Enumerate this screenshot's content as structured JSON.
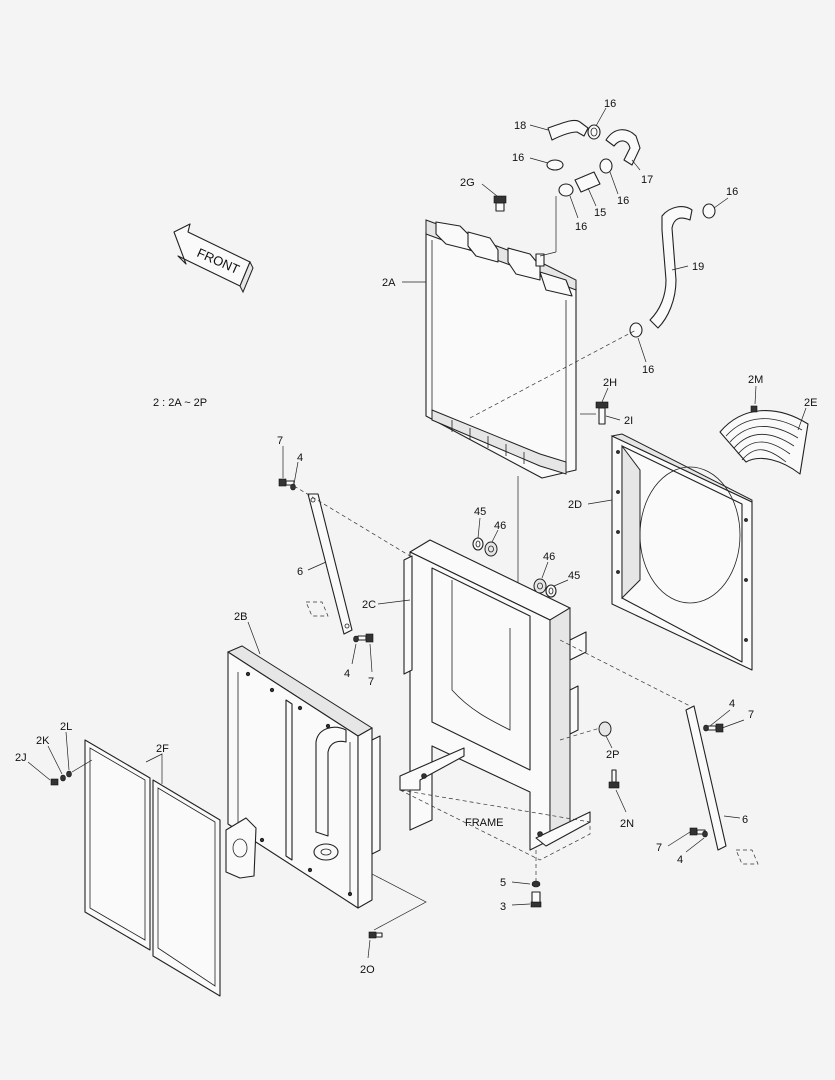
{
  "diagram": {
    "direction_label": "FRONT",
    "range_note": "2 : 2A ~ 2P",
    "labels": {
      "l_18": "18",
      "l_16a": "16",
      "l_16b": "16",
      "l_17": "17",
      "l_2g": "2G",
      "l_15": "15",
      "l_16c": "16",
      "l_16d": "16",
      "l_16e": "16",
      "l_19": "19",
      "l_2a": "2A",
      "l_16f": "16",
      "l_2h": "2H",
      "l_2i": "2I",
      "l_2m": "2M",
      "l_2e": "2E",
      "l_2d": "2D",
      "l_7a": "7",
      "l_4a": "4",
      "l_6a": "6",
      "l_45a": "45",
      "l_46a": "46",
      "l_46b": "46",
      "l_45b": "45",
      "l_2c": "2C",
      "l_4b": "4",
      "l_7b": "7",
      "l_2b": "2B",
      "l_4c": "4",
      "l_7c": "7",
      "l_2l": "2L",
      "l_2k": "2K",
      "l_2j": "2J",
      "l_2f": "2F",
      "l_2p": "2P",
      "l_2n": "2N",
      "l_6b": "6",
      "l_frame": "FRAME",
      "l_7d": "7",
      "l_4d": "4",
      "l_5": "5",
      "l_3": "3",
      "l_2o": "2O"
    }
  }
}
